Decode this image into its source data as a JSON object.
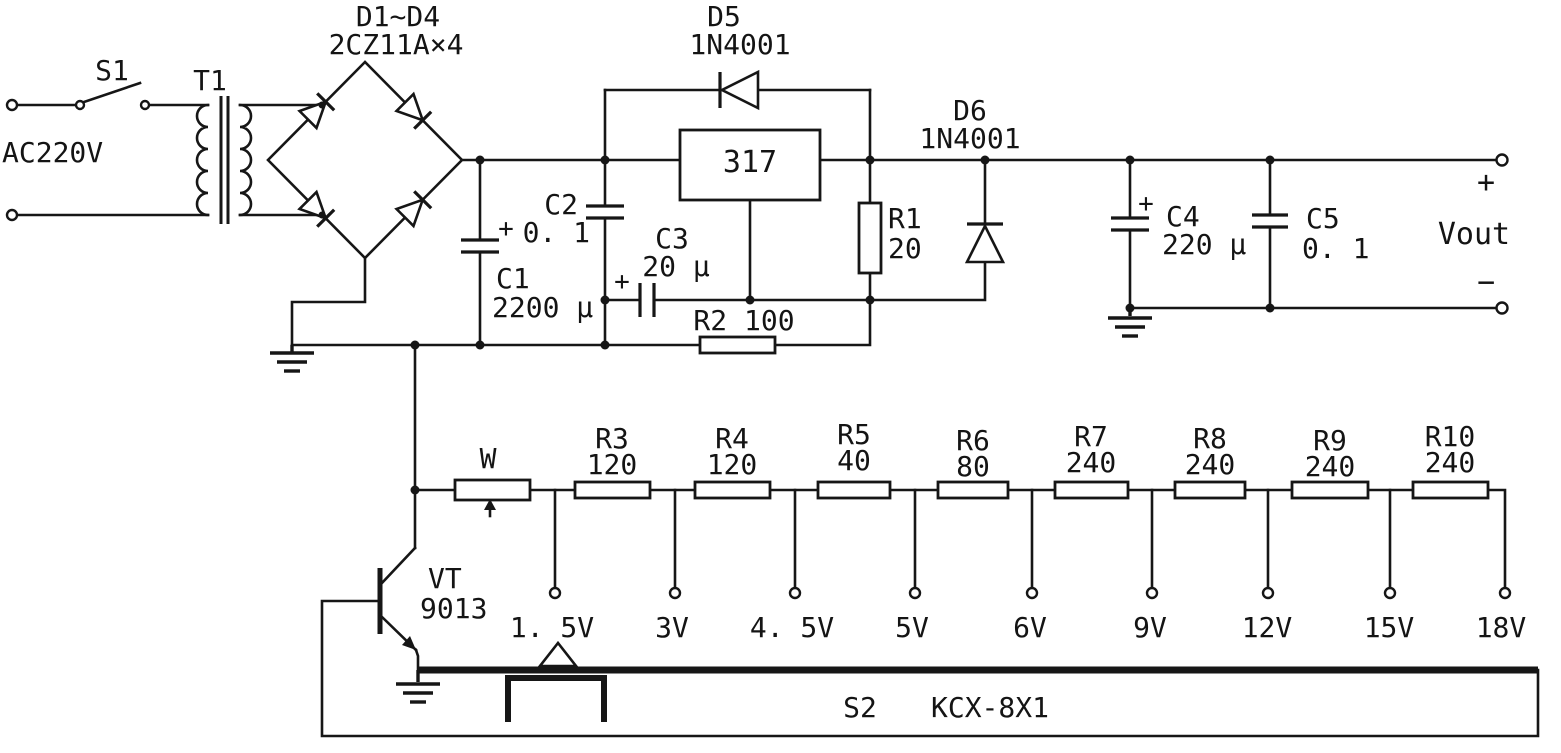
{
  "circuit": {
    "input": {
      "source": "AC220V",
      "switch": "S1",
      "transformer": "T1"
    },
    "rectifier": {
      "designator": "D1~D4",
      "part": "2CZ11A×4"
    },
    "regulator": {
      "ic": "317"
    },
    "d5": {
      "designator": "D5",
      "part": "1N4001"
    },
    "d6": {
      "designator": "D6",
      "part": "1N4001"
    },
    "capacitors": {
      "c1": {
        "designator": "C1",
        "value": "2200 μ",
        "polarity": "+"
      },
      "c2": {
        "designator": "C2",
        "value": "0. 1"
      },
      "c3": {
        "designator": "C3",
        "value": "20 μ",
        "polarity": "+"
      },
      "c4": {
        "designator": "C4",
        "value": "220 μ",
        "polarity": "+"
      },
      "c5": {
        "designator": "C5",
        "value": "0. 1"
      }
    },
    "resistors": {
      "r1": {
        "designator": "R1",
        "value": "20"
      },
      "r2": {
        "label": "R2 100"
      },
      "pot": {
        "label": "W"
      }
    },
    "chain": [
      {
        "designator": "R3",
        "value": "120"
      },
      {
        "designator": "R4",
        "value": "120"
      },
      {
        "designator": "R5",
        "value": "40"
      },
      {
        "designator": "R6",
        "value": "80"
      },
      {
        "designator": "R7",
        "value": "240"
      },
      {
        "designator": "R8",
        "value": "240"
      },
      {
        "designator": "R9",
        "value": "240"
      },
      {
        "designator": "R10",
        "value": "240"
      }
    ],
    "taps": [
      "1. 5V",
      "3V",
      "4. 5V",
      "5V",
      "6V",
      "9V",
      "12V",
      "15V",
      "18V"
    ],
    "transistor": {
      "designator": "VT",
      "part": "9013"
    },
    "selector": {
      "designator": "S2",
      "part": "KCX-8X1"
    },
    "output": {
      "plus": "+",
      "label": "Vout",
      "minus": "−"
    }
  }
}
